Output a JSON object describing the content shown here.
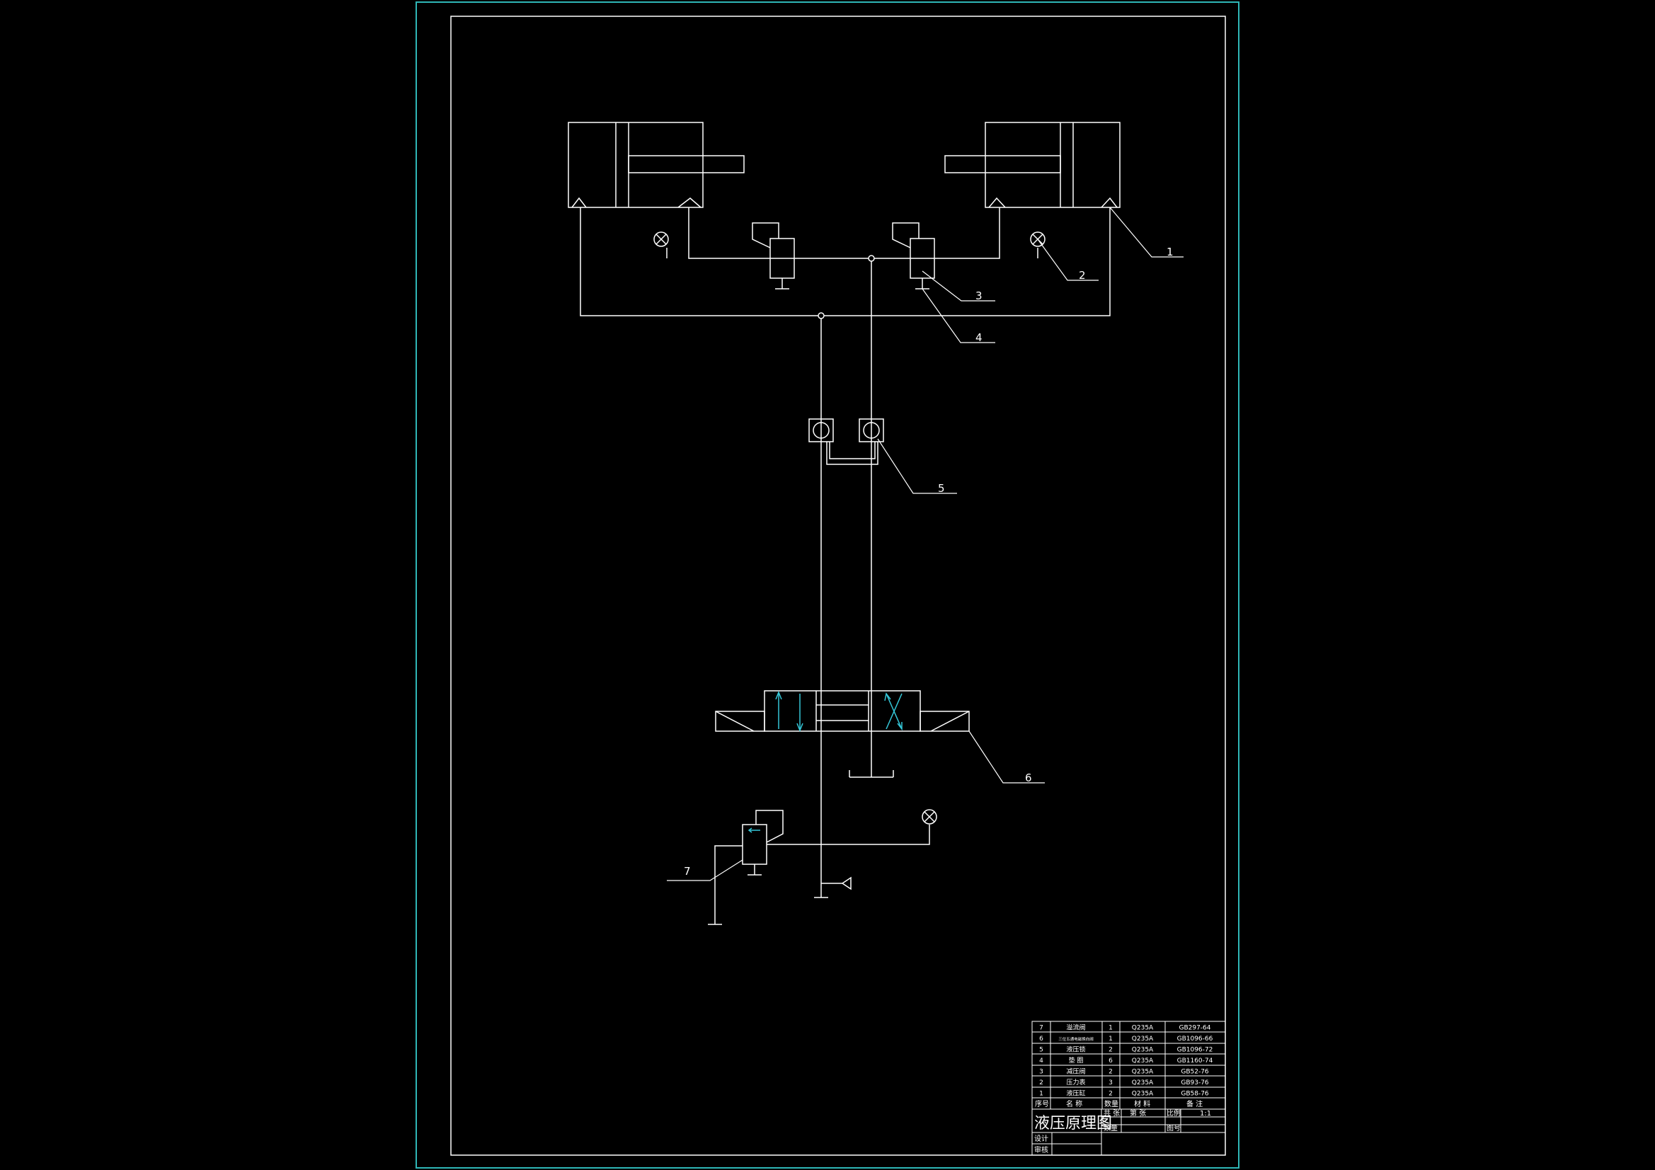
{
  "drawing": {
    "title": "液压原理图",
    "colors": {
      "background": "#000000",
      "frame": "#2fb7b7",
      "line": "#ffffff",
      "accent": "#35c7d8"
    },
    "callouts": [
      "1",
      "2",
      "3",
      "4",
      "5",
      "6",
      "7"
    ]
  },
  "title_block": {
    "header": {
      "no": "序号",
      "name": "名 称",
      "qty": "数量",
      "material": "材 料",
      "remark": "备 注"
    },
    "parts": [
      {
        "no": "7",
        "name": "溢流阀",
        "qty": "1",
        "material": "Q235A",
        "standard": "GB297-64"
      },
      {
        "no": "6",
        "name": "三位五通电磁换向阀",
        "qty": "1",
        "material": "Q235A",
        "standard": "GB1096-66"
      },
      {
        "no": "5",
        "name": "液压锁",
        "qty": "2",
        "material": "Q235A",
        "standard": "GB1096-72"
      },
      {
        "no": "4",
        "name": "垫 圈",
        "qty": "6",
        "material": "Q235A",
        "standard": "GB1160-74"
      },
      {
        "no": "3",
        "name": "减压阀",
        "qty": "2",
        "material": "Q235A",
        "standard": "GB52-76"
      },
      {
        "no": "2",
        "name": "压力表",
        "qty": "3",
        "material": "Q235A",
        "standard": "GB93-76"
      },
      {
        "no": "1",
        "name": "液压缸",
        "qty": "2",
        "material": "Q235A",
        "standard": "GB58-76"
      }
    ],
    "sheets_total": "共 张",
    "sheet_no": "第 张",
    "scale_label": "比例",
    "scale_value": "1:1",
    "quantity_label": "数量",
    "drawing_no_label": "图号",
    "design_label": "设计",
    "review_label": "审核"
  }
}
